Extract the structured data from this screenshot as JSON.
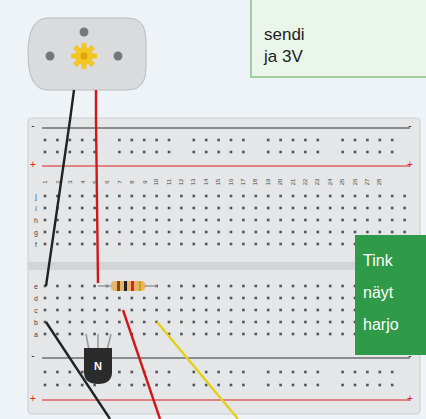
{
  "diagram": {
    "nodes": [
      {
        "text": [
          "sendi ja 3V"
        ]
      },
      {
        "text": [
          "Tink näyt harjo"
        ]
      }
    ],
    "labels": [
      "-",
      "+",
      "-",
      "+",
      "-",
      "+",
      "-",
      "+",
      "j",
      "i",
      "h",
      "g",
      "f",
      "e",
      "d",
      "c",
      "b",
      "a",
      "1",
      "2",
      "3",
      "4",
      "5",
      "6",
      "7",
      "8",
      "9",
      "10",
      "11",
      "12",
      "13",
      "14",
      "15",
      "16",
      "17",
      "18",
      "19",
      "20",
      "21",
      "22",
      "23",
      "24",
      "25",
      "26",
      "27",
      "28",
      "N"
    ]
  }
}
